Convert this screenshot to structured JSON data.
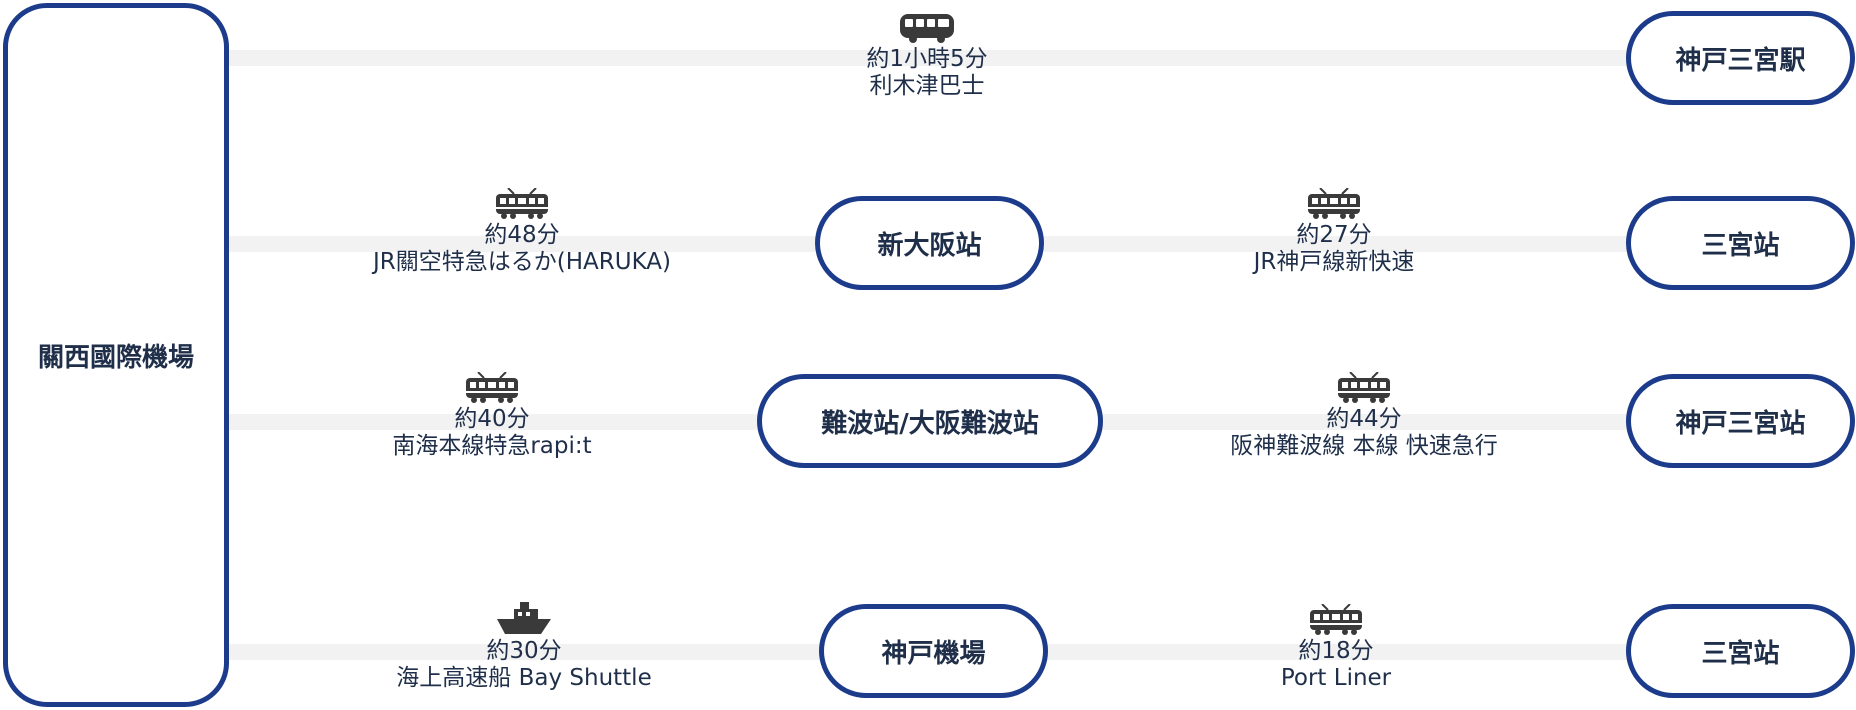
{
  "origin": {
    "label": "關西國際機場"
  },
  "routes": [
    {
      "segments": [
        {
          "icon": "bus-icon",
          "time": "約1小時5分",
          "service": "利木津巴士"
        }
      ],
      "destination": "神戸三宮駅"
    },
    {
      "segments": [
        {
          "icon": "train-icon",
          "time": "約48分",
          "service": "JR關空特急はるか(HARUKA)"
        },
        {
          "icon": "train-icon",
          "time": "約27分",
          "service": "JR神戸線新快速"
        }
      ],
      "transfer": "新大阪站",
      "destination": "三宮站"
    },
    {
      "segments": [
        {
          "icon": "train-icon",
          "time": "約40分",
          "service": "南海本線特急rapi:t"
        },
        {
          "icon": "train-icon",
          "time": "約44分",
          "service": "阪神難波線 本線 快速急行"
        }
      ],
      "transfer": "難波站/大阪難波站",
      "destination": "神戸三宮站"
    },
    {
      "segments": [
        {
          "icon": "ship-icon",
          "time": "約30分",
          "service": "海上高速船 Bay Shuttle"
        },
        {
          "icon": "train-icon",
          "time": "約18分",
          "service": "Port Liner"
        }
      ],
      "transfer": "神戸機場",
      "destination": "三宮站"
    }
  ],
  "colors": {
    "node_border": "#1c3b8b",
    "text": "#1f2f4a",
    "icon": "#3a3a3a",
    "line": "#f2f2f2"
  }
}
